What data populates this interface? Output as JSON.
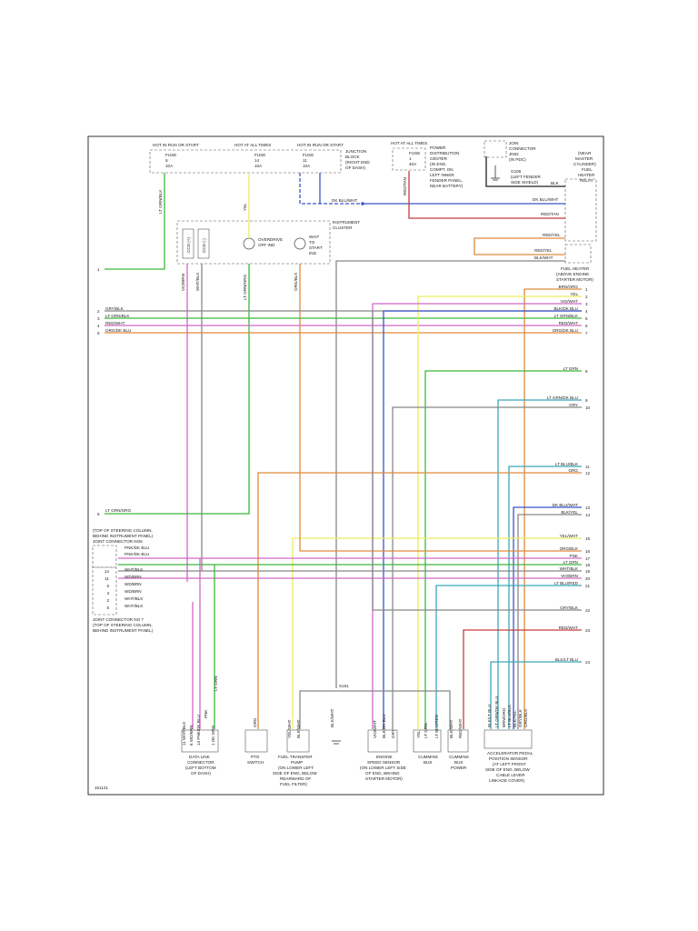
{
  "colors": {
    "border": "#333333",
    "green": "#3cb83c",
    "yellow": "#ecec5a",
    "blue": "#3a55c8",
    "pink": "#d068c8",
    "red": "#c83c3c",
    "orange": "#e08a3c",
    "gray": "#888888",
    "teal": "#3aa8b8",
    "black": "#222222"
  },
  "top": {
    "hot_run_start": "HOT IN RUN OR START",
    "hot_all_times": "HOT AT ALL TIMES",
    "fuse9": [
      "FUSE",
      "9",
      "10A"
    ],
    "fuse14": [
      "FUSE",
      "14",
      "10A"
    ],
    "fuse11": [
      "FUSE",
      "11",
      "10A"
    ],
    "junction_block": [
      "JUNCTION",
      "BLOCK",
      "(RIGHT END",
      "OF DASH)"
    ],
    "hot_at_all_times_2": "HOT AT ALL TIMES",
    "fuse1": [
      "FUSE",
      "1",
      "40A"
    ],
    "pdc": [
      "POWER",
      "DISTRIBUTION",
      "CENTER",
      "(IN ENG.",
      "COMPT. ON",
      "LEFT INNER",
      "FENDER PANEL,",
      "NEAR BATTERY)"
    ],
    "join_connector": [
      "JOIN",
      "CONNECTOR",
      "JN02",
      "(IN PDC)"
    ],
    "g106": [
      "G106",
      "(LEFT FENDER",
      "SIDE SHIELD)"
    ],
    "relay_label": [
      "(NEAR",
      "MASTER",
      "CYLINDER)",
      "FUEL",
      "HEATER",
      "RELAY"
    ],
    "fuel_heater": [
      "FUEL HEATER",
      "(ABOVE ENGINE",
      "STARTER MOTOR)"
    ],
    "instrument_cluster": [
      "INSTRUMENT",
      "CLUSTER"
    ],
    "overdrive": [
      "OVERDRIVE",
      "OFF IND"
    ],
    "wait_to_start": [
      "WAIT",
      "TO",
      "START",
      "IND"
    ],
    "ccd_plus": "CCD (+)",
    "ccd_minus": "CCD (-)"
  },
  "wire_labels": {
    "lt_grn_blk": "LT GRN/BLK",
    "yel": "YEL",
    "dk_blu_wht": "DK BLU/WHT",
    "red_tan": "RED/TAN",
    "blk": "BLK",
    "dk_blu_wht_86": "DK BLU/WHT",
    "red_tan_30": "RED/TAN",
    "red_yel_87": "RED/YEL",
    "red_yel": "RED/YEL",
    "blk_wht": "BLK/WHT",
    "vio_brn": "VIO/BRN",
    "wht_blk": "WHT/BLK",
    "lt_grn_org": "LT GRN/ORG",
    "org_blk": "ORG/BLK",
    "lt_grn_org_left": "LT GRN/ORG",
    "pnk": "PNK",
    "blk_wht_splice": "BLK/WHT",
    "s161": "S161"
  },
  "left_rows": [
    {
      "num": "1",
      "label": "LT GRN/BLK"
    },
    {
      "num": "2",
      "label": "GRY/BLK"
    },
    {
      "num": "3",
      "label": "LT GRN/BLK"
    },
    {
      "num": "4",
      "label": "RED/WHT"
    },
    {
      "num": "5",
      "label": "ORG/DK BLU"
    },
    {
      "num": "6",
      "label": "LT GRN/ORG"
    }
  ],
  "right_rows": [
    {
      "num": "1",
      "label": "BRN/ORG"
    },
    {
      "num": "2",
      "label": "YEL"
    },
    {
      "num": "3",
      "label": "VIO/WHT"
    },
    {
      "num": "4",
      "label": "BLK/DK BLU"
    },
    {
      "num": "5",
      "label": "LT GRN/BLK"
    },
    {
      "num": "6",
      "label": "RED/WHT"
    },
    {
      "num": "7",
      "label": "ORG/DK BLU"
    },
    {
      "num": "8",
      "label": "LT GRN"
    },
    {
      "num": "9",
      "label": "LT GRN/DK BLU"
    },
    {
      "num": "10",
      "label": "GRY"
    },
    {
      "num": "11",
      "label": "LT BLU/BLK"
    },
    {
      "num": "12",
      "label": "ORG"
    },
    {
      "num": "13",
      "label": "DK BLU/WHT"
    },
    {
      "num": "14",
      "label": "BLK/YEL"
    },
    {
      "num": "15",
      "label": "YEL/WHT"
    },
    {
      "num": "16",
      "label": "ORG/BLK"
    },
    {
      "num": "17",
      "label": "PNK"
    },
    {
      "num": "18",
      "label": "LT GRN"
    },
    {
      "num": "19",
      "label": "WHT/BLK"
    },
    {
      "num": "20",
      "label": "VIO/BRN"
    },
    {
      "num": "21",
      "label": "LT BLU/RED"
    },
    {
      "num": "22",
      "label": "GRY/BLK"
    },
    {
      "num": "23",
      "label": "RED/WHT"
    },
    {
      "num": "24",
      "label": "BLK/LT BLU"
    }
  ],
  "joint_connector": {
    "title": [
      "(TOP OF STEERING COLUMN,",
      "BEHIND INSTRUMENT PANEL)",
      "JOINT CONNECTOR NO6"
    ],
    "rows": [
      {
        "pin": "",
        "label": "PNK/DK BLU"
      },
      {
        "pin": "",
        "label": "PNK/DK BLU"
      },
      {
        "pin": "14",
        "label": "WHT/BLK"
      },
      {
        "pin": "11",
        "label": "WD/BRN"
      },
      {
        "pin": "6",
        "label": "WD/BRN"
      },
      {
        "pin": "3",
        "label": "WD/BRN"
      },
      {
        "pin": "2",
        "label": "WHT/BLK"
      },
      {
        "pin": "6",
        "label": "WHT/BLK"
      }
    ],
    "bottom": [
      "JOINT CONNECTOR NO 7",
      "(TOP OF STEERING COLUMN,",
      "BEHIND INSTRUMENT PANEL)"
    ]
  },
  "components": {
    "dlc": [
      "DATA LINK",
      "CONNECTOR",
      "(LEFT BOTTOM",
      "OF DASH)"
    ],
    "pto": [
      "PTO",
      "SWITCH"
    ],
    "pump": [
      "FUEL TRANSFER",
      "PUMP",
      "(ON LOWER LEFT",
      "SIDE OF ENG, BELOW",
      "REARWARD OF",
      "FUEL FILTER)"
    ],
    "ess": [
      "ENGINE",
      "SPEED SENSOR",
      "(ON LOWER LEFT SIDE",
      "OF ENG, BEHIND",
      "STARTER MOTOR)"
    ],
    "cbus": [
      "CUMMINS",
      "BUS"
    ],
    "cpower": [
      "CUMMINS",
      "BUS",
      "POWER"
    ],
    "apps": [
      "ACCELERATOR PEDAL",
      "POSITION SENSOR",
      "(AT LEFT FRONT",
      "SIDE OF ENG, BELOW",
      "CABLE LEVER",
      "LINKAGE COVER)"
    ]
  },
  "bottom_pin_labels": {
    "dlc": [
      "11 WHT/BLK",
      "6 WD/BRN",
      "14 PNK/DK BLU",
      "PNK",
      "1 DK GRN",
      "LT GRN"
    ],
    "pto": "ORG",
    "pump": [
      "YEL/WHT",
      "BLK/WHT"
    ],
    "ground": "BLK/WHT",
    "ess": [
      "VIO/WHT",
      "BLK/DK BLU",
      "GRY"
    ],
    "cbus": [
      "YEL",
      "LT GRN",
      "LT BLU/RED"
    ],
    "cpower": [
      "BLK/WHT",
      "RED/WHT"
    ],
    "apps": [
      "BLK/LT BLU",
      "LT GRN/DK BLU",
      "BRN/ORG",
      "LT BLU/BLK",
      "BLK/YEL",
      "GRY/BLK",
      "ORG/BLK"
    ]
  },
  "footer_code": "151121"
}
